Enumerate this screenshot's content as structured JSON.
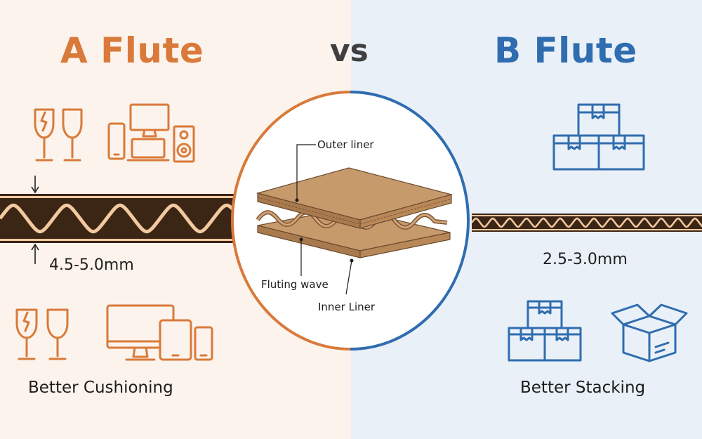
{
  "colors": {
    "left_bg": "#fcf3ec",
    "right_bg": "#e9f0f7",
    "orange": "#d97a3a",
    "blue": "#2f6db0",
    "board_dark": "#3b2616",
    "board_light": "#f3c9a0",
    "cardboard": "#c49468"
  },
  "left": {
    "title": "A Flute",
    "thickness": "4.5-5.0mm",
    "benefit": "Better Cushioning",
    "icons": [
      "wine-glass-icon",
      "monitor-icon",
      "phone-icon",
      "tablet-icon",
      "speaker-icon"
    ]
  },
  "right": {
    "title": "B Flute",
    "thickness": "2.5-3.0mm",
    "benefit": "Better Stacking",
    "icons": [
      "stacked-boxes-icon",
      "open-box-icon"
    ]
  },
  "vs_label": "vs",
  "center": {
    "outer_liner": "Outer liner",
    "fluting_wave": "Fluting wave",
    "inner_liner": "Inner Liner"
  }
}
